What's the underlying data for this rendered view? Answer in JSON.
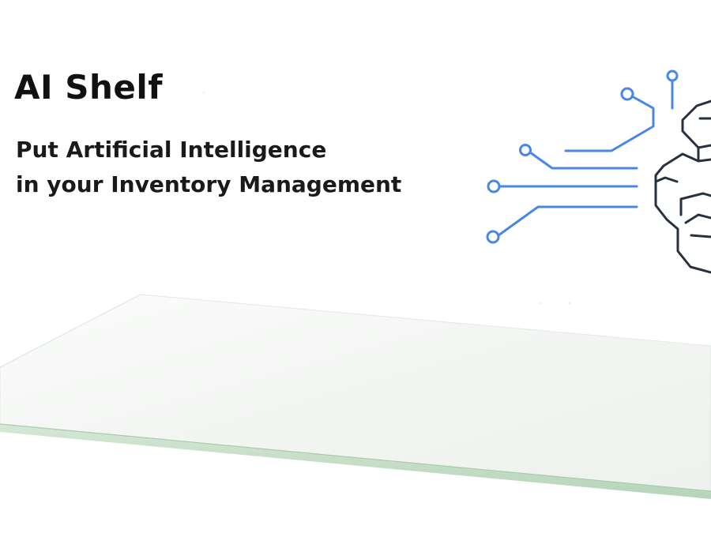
{
  "banner": {
    "title": "AI Shelf",
    "tagline_line1": "Put Artificial Intelligence",
    "tagline_line2": "in your Inventory Management"
  },
  "colors": {
    "circuit_blue": "#4a86e8",
    "brain_outline": "#263140",
    "glass_top": "#f2f5f2",
    "glass_edge": "#c2dcc4"
  },
  "icons": {
    "brain": "brain-circuit-icon",
    "shelf": "glass-shelf-illustration"
  }
}
